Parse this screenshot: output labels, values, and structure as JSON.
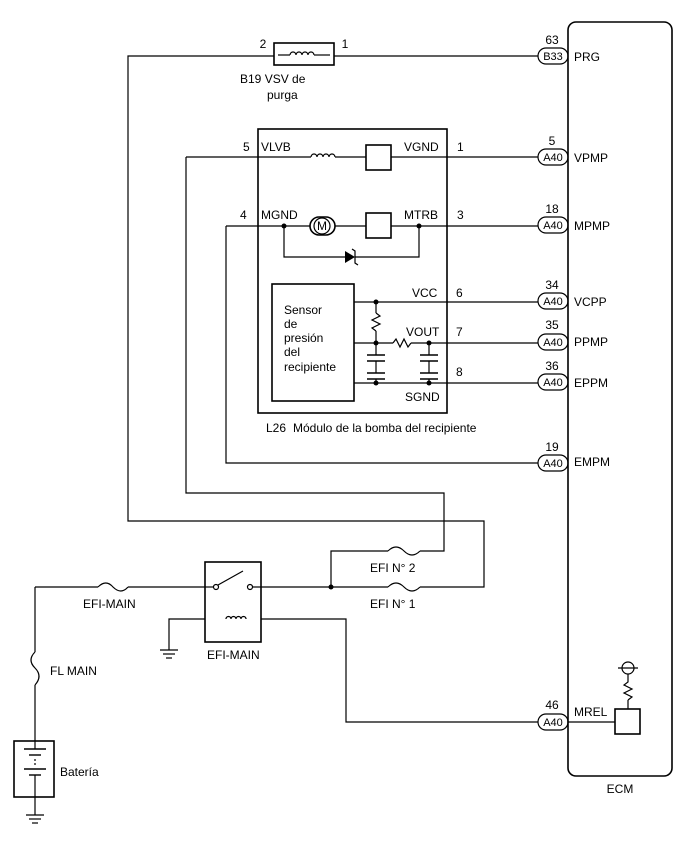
{
  "ecm": {
    "name": "ECM",
    "pins": [
      {
        "num": "63",
        "conn": "B33",
        "name": "PRG"
      },
      {
        "num": "5",
        "conn": "A40",
        "name": "VPMP"
      },
      {
        "num": "18",
        "conn": "A40",
        "name": "MPMP"
      },
      {
        "num": "34",
        "conn": "A40",
        "name": "VCPP"
      },
      {
        "num": "35",
        "conn": "A40",
        "name": "PPMP"
      },
      {
        "num": "36",
        "conn": "A40",
        "name": "EPPM"
      },
      {
        "num": "19",
        "conn": "A40",
        "name": "EMPM"
      },
      {
        "num": "46",
        "conn": "A40",
        "name": "MREL"
      }
    ]
  },
  "vsv": {
    "id": "B19",
    "name_line1": "VSV de",
    "name_line2": "purga",
    "pin_left": "2",
    "pin_right": "1"
  },
  "pump_module": {
    "id": "L26",
    "name": "Módulo de la bomba del recipiente",
    "pins": [
      {
        "num": "5",
        "name": "VLVB"
      },
      {
        "num": "1",
        "name": "VGND"
      },
      {
        "num": "4",
        "name": "MGND"
      },
      {
        "num": "3",
        "name": "MTRB"
      },
      {
        "num": "6",
        "name": "VCC"
      },
      {
        "num": "7",
        "name": "VOUT"
      },
      {
        "num": "8",
        "name": "SGND"
      }
    ],
    "motor_symbol": "M",
    "sensor_lines": [
      "Sensor",
      "de",
      "presión",
      "del",
      "recipiente"
    ]
  },
  "fuses": {
    "efi_no2": "EFI N° 2",
    "efi_no1": "EFI N° 1",
    "efi_main_fuse": "EFI-MAIN",
    "fl_main": "FL MAIN"
  },
  "relay": {
    "name": "EFI-MAIN"
  },
  "battery": {
    "name": "Batería"
  }
}
